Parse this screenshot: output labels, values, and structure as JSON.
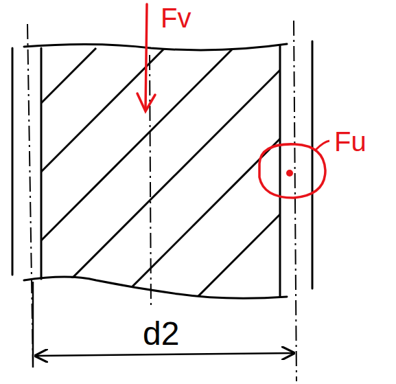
{
  "diagram": {
    "labels": [
      "Fv",
      "Fu",
      "d2"
    ]
  }
}
